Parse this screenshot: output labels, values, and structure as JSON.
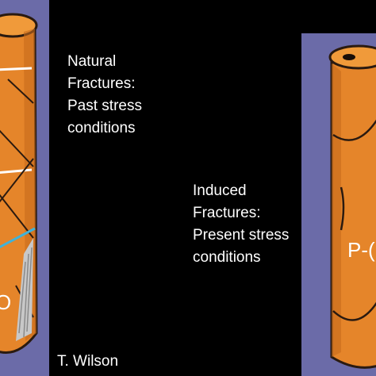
{
  "labels": {
    "natural": [
      "Natural",
      "Fractures:",
      "Past stress",
      "conditions"
    ],
    "induced": [
      "Induced",
      "Fractures:",
      "Present stress",
      "conditions"
    ],
    "credit": "T. Wilson"
  },
  "cores": {
    "left_text": "O",
    "right_text": "P-("
  },
  "colors": {
    "background": "#000000",
    "panel": "#6b6ba8",
    "core_fill": "#e5852a",
    "core_shadow": "#b35a14",
    "core_outline": "#2a1a10",
    "natural_fracture": "#ffffff",
    "induced_fracture": "#3fb3d9"
  }
}
